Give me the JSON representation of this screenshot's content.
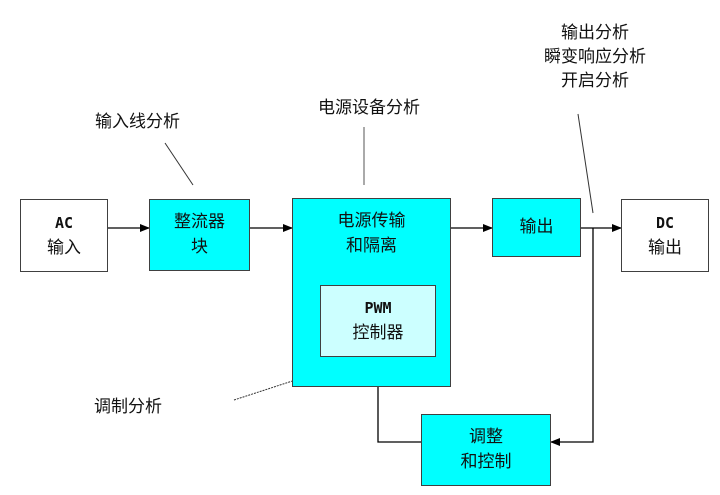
{
  "diagram": {
    "colors": {
      "block_fill": "#00ffff",
      "io_fill": "#ffffff",
      "controller_fill": "#ccffff",
      "line": "#000000"
    },
    "blocks": {
      "ac_input": {
        "line1": "AC",
        "line2": "输入"
      },
      "rectifier": {
        "line1": "整流器",
        "line2": "块"
      },
      "power_transfer": {
        "line1": "电源传输",
        "line2": "和隔离"
      },
      "pwm_controller": {
        "line1": "PWM",
        "line2": "控制器"
      },
      "output": {
        "line1": "输出"
      },
      "dc_output": {
        "line1": "DC",
        "line2": "输出"
      },
      "regulation": {
        "line1": "调整",
        "line2": "和控制"
      }
    },
    "annotations": {
      "input_line_analysis": "输入线分析",
      "power_device_analysis": "电源设备分析",
      "output_analysis": [
        "输出分析",
        "瞬变响应分析",
        "开启分析"
      ],
      "modulation_analysis": "调制分析"
    }
  }
}
